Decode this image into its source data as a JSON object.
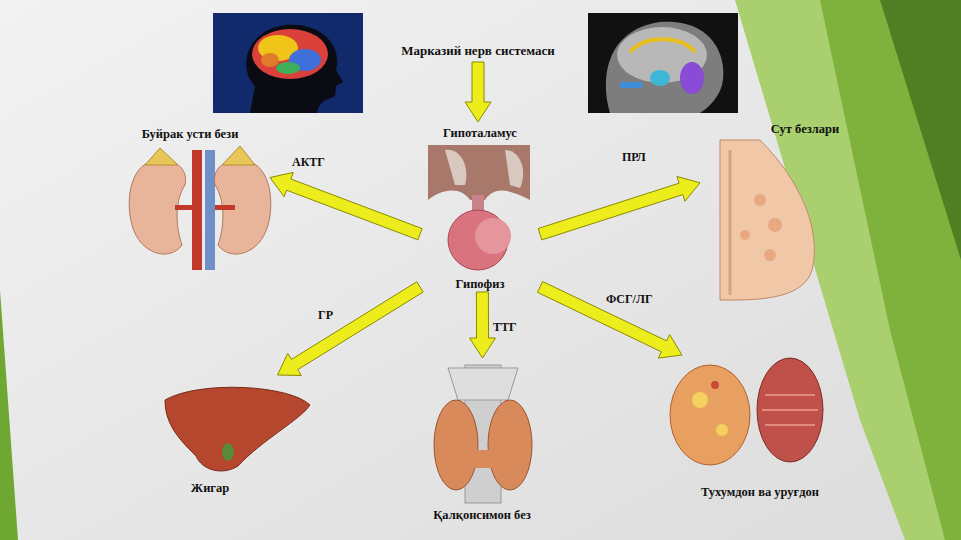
{
  "diagram": {
    "nodes": [
      {
        "text": [
          "Марказий нерв системаси"
        ]
      },
      {
        "text": [
          "Буйрак усти бези"
        ]
      },
      {
        "text": [
          "Гипоталамус",
          "Гипофиз"
        ]
      },
      {
        "text": [
          "Сут безлари"
        ]
      },
      {
        "text": [
          "Жигар"
        ]
      },
      {
        "text": [
          "Қалқонсимон без"
        ]
      },
      {
        "text": [
          "Тухумдон ва уруғдон"
        ]
      }
    ],
    "edges": [
      {
        "from": 0,
        "to": 2,
        "arrow": "to"
      },
      {
        "from": 2,
        "to": 1,
        "label": "АКТГ",
        "arrow": "to"
      },
      {
        "from": 2,
        "to": 3,
        "label": "ПРЛ",
        "arrow": "to"
      },
      {
        "from": 2,
        "to": 4,
        "label": "ГР",
        "arrow": "to"
      },
      {
        "from": 2,
        "to": 5,
        "label": "ТТГ",
        "arrow": "to"
      },
      {
        "from": 2,
        "to": 6,
        "label": "ФСГ/ЛГ",
        "arrow": "to"
      }
    ]
  }
}
